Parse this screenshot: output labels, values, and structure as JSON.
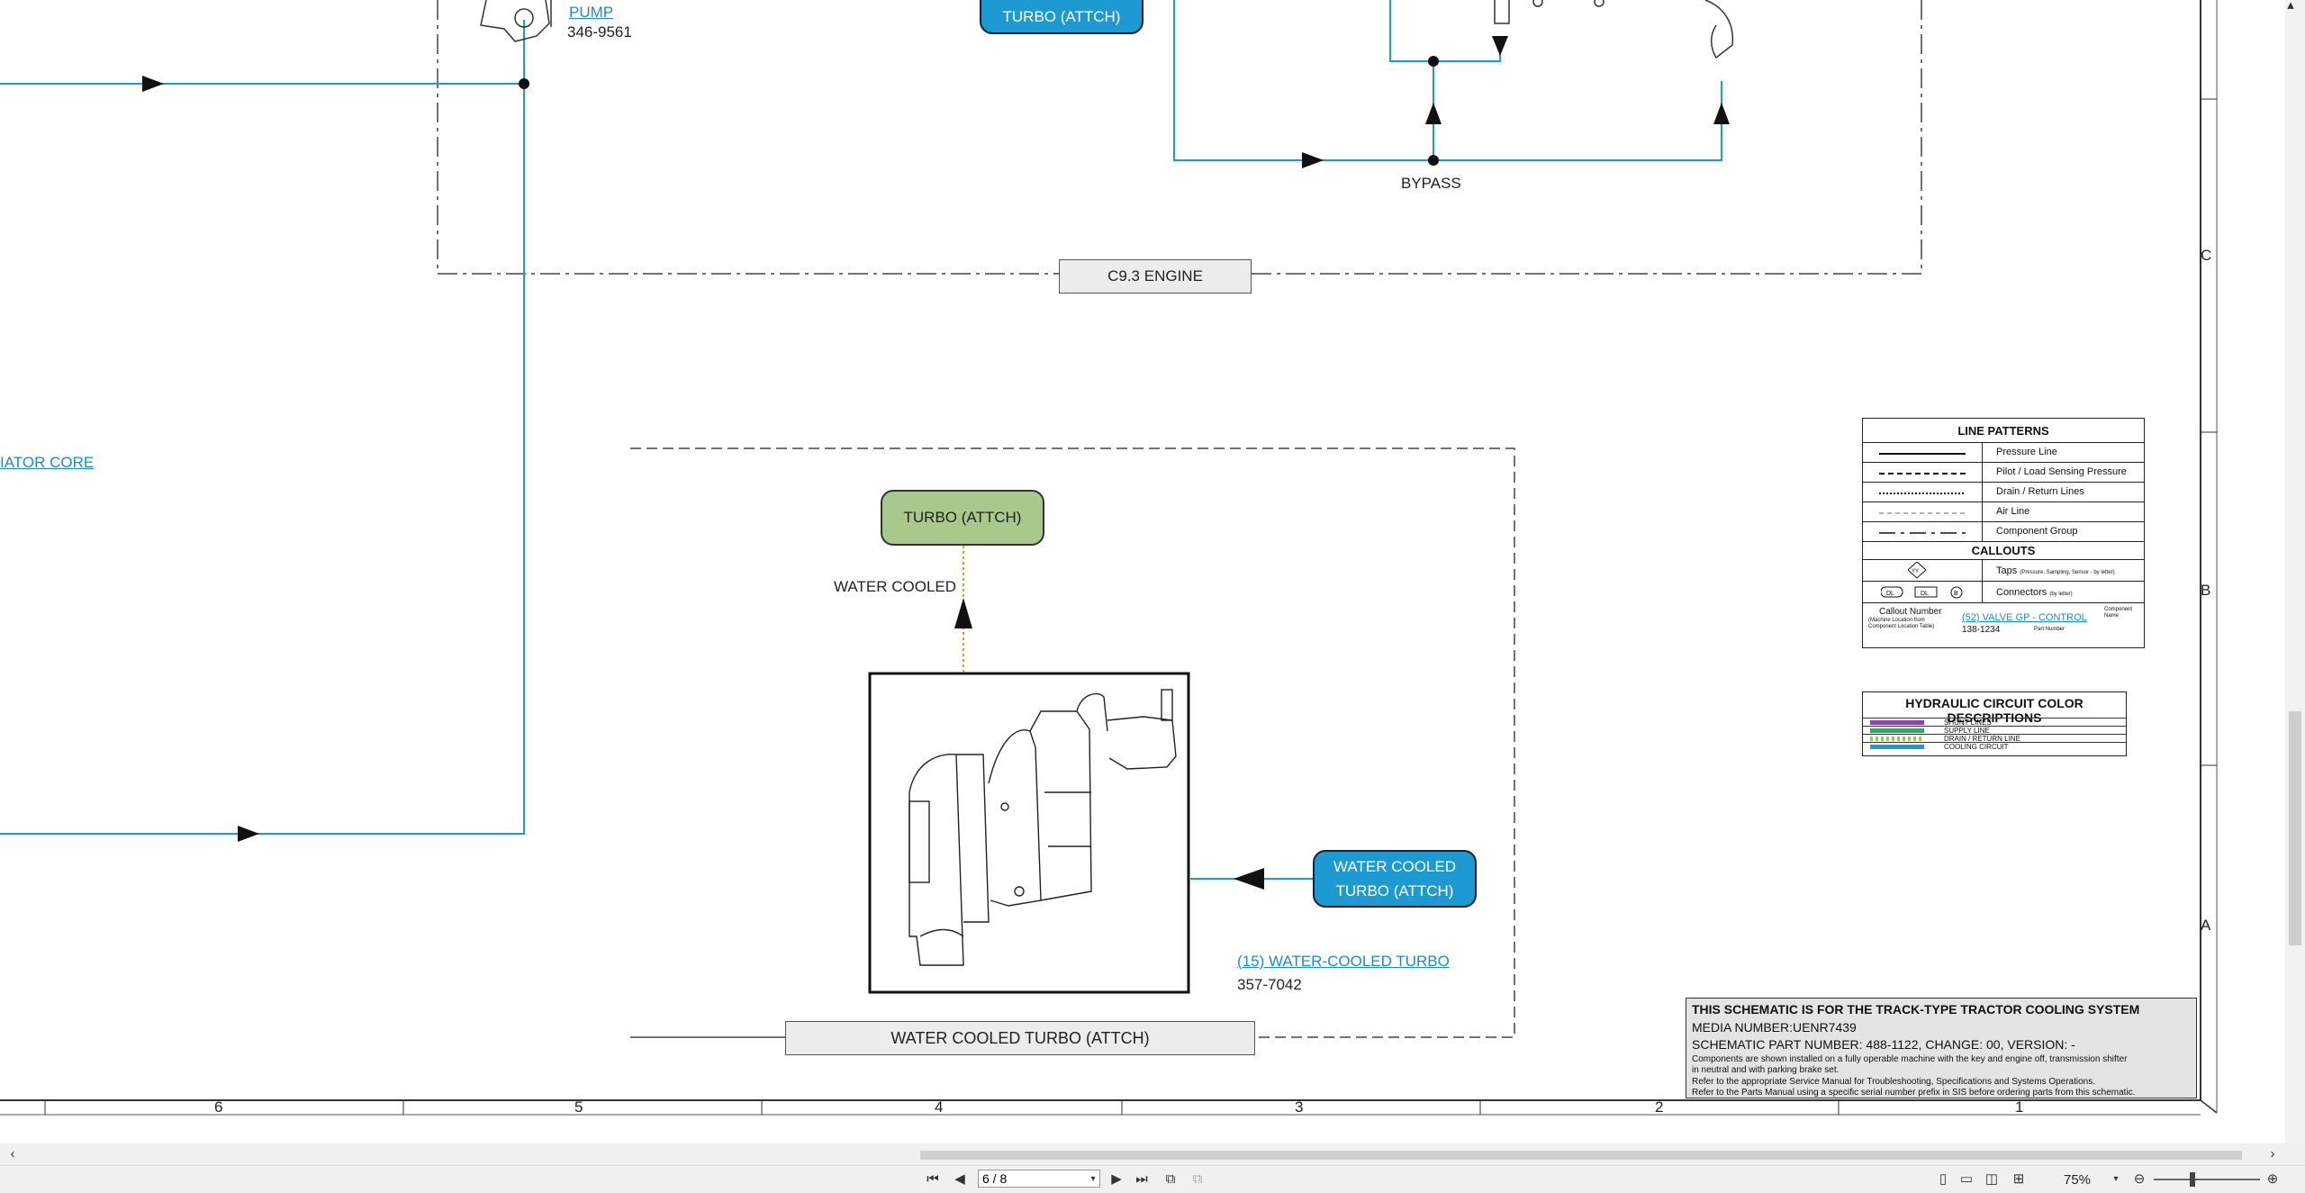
{
  "schematic": {
    "top_pump_link": "PUMP",
    "top_pump_part": "346-9561",
    "top_turbo_node": "TURBO (ATTCH)",
    "bypass_label": "BYPASS",
    "engine_group_label": "C9.3 ENGINE",
    "radiator_link": "IATOR CORE",
    "turbo_group_label": "WATER COOLED TURBO (ATTCH)",
    "turbo_node": "TURBO (ATTCH)",
    "water_cooled_label": "WATER COOLED",
    "wct_node_line1": "WATER COOLED",
    "wct_node_line2": "TURBO (ATTCH)",
    "component_link": "(15) WATER-COOLED TURBO",
    "component_part": "357-7042"
  },
  "legend": {
    "title": "LINE PATTERNS",
    "patterns": [
      "Pressure Line",
      "Pilot / Load Sensing Pressure",
      "Drain / Return Lines",
      "Air Line",
      "Component Group"
    ],
    "callouts_title": "CALLOUTS",
    "taps_label": "Taps",
    "taps_note": "(Pressure, Sampling, Sensor - by letter)",
    "connectors_label": "Connectors",
    "connectors_note": "(by letter)",
    "conn_sym1": "DL",
    "conn_sym2": "DL",
    "conn_sym3": "B",
    "tap_sym": "YY",
    "callout_number": "Callout Number",
    "callout_sub": "(Machine Location from Component Location Table)",
    "callout_link": "(52) VALVE GP - CONTROL",
    "callout_part": "138-1234",
    "part_number_label": "Part Number",
    "component_name_label": "Component Name"
  },
  "hydraulic": {
    "title": "HYDRAULIC CIRCUIT COLOR DESCRIPTIONS",
    "rows": [
      {
        "label": "SHUNT LINES",
        "color": "#8e44ad"
      },
      {
        "label": "SUPPLY LINE",
        "color": "#27ae60"
      },
      {
        "label": "DRAIN / RETURN LINE",
        "color": "#9acd32"
      },
      {
        "label": "COOLING CIRCUIT",
        "color": "#1c9ad1"
      }
    ]
  },
  "info_block": {
    "line1": "THIS SCHEMATIC IS FOR THE TRACK-TYPE TRACTOR COOLING SYSTEM",
    "line2": "MEDIA NUMBER:UENR7439",
    "line3": "SCHEMATIC PART NUMBER: 488-1122, CHANGE: 00, VERSION: -",
    "line4": "Components are shown installed on a fully operable machine with the key and engine off, transmission shifter",
    "line5": "in neutral and with parking brake set.",
    "line6": "Refer to the appropriate Service Manual for Troubleshooting, Specifications and Systems Operations.",
    "line7": "Refer to the Parts Manual using a specific serial number prefix in SIS before ordering parts from this schematic."
  },
  "grid": {
    "columns": [
      "6",
      "5",
      "4",
      "3",
      "2",
      "1"
    ],
    "rows": [
      "C",
      "B",
      "A"
    ]
  },
  "viewer": {
    "page_value": "6 / 8",
    "zoom": "75%"
  },
  "colors": {
    "cooling": "#1c9ad1",
    "drain": "#c9a23a"
  }
}
